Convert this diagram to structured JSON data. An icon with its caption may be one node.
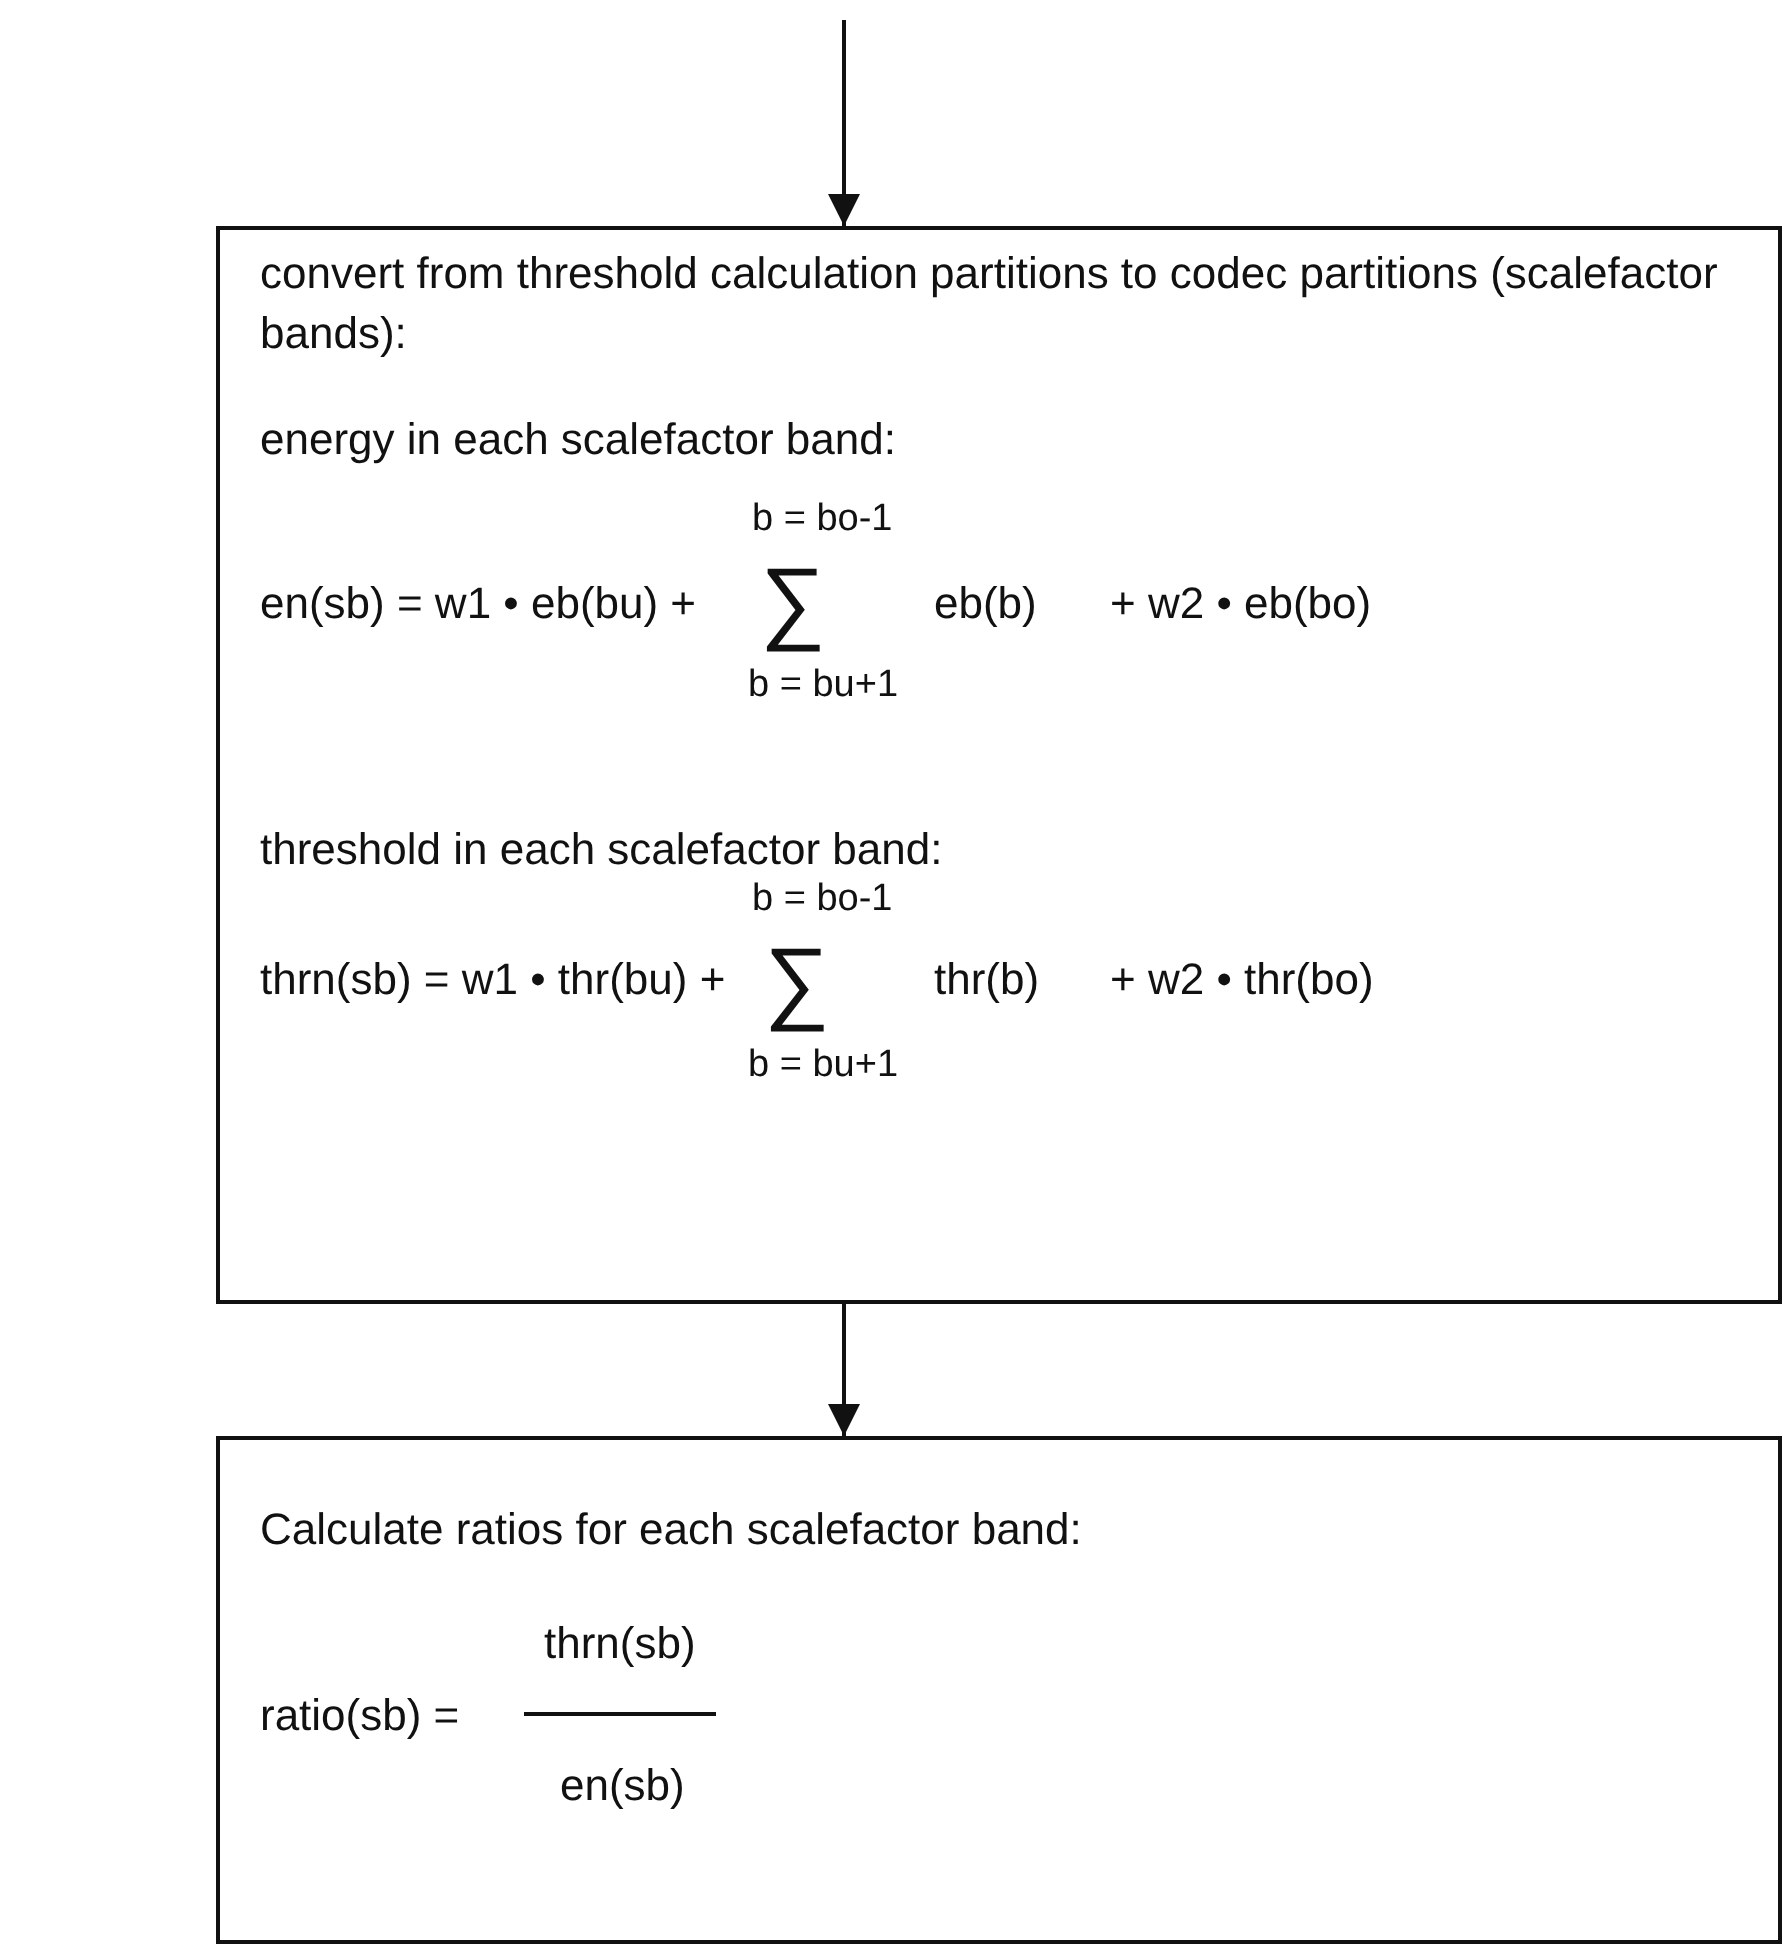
{
  "diagram": {
    "nodes": [
      {
        "text": [
          "convert from threshold calculation partitions to codec partitions (scalefactor bands):",
          "energy in each scalefactor band:",
          "en(sb) = w1 • eb(bu) +",
          "b = bo-1",
          "∑",
          "eb(b)",
          "+ w2 • eb(bo)",
          "b = bu+1",
          "threshold in each scalefactor band:",
          "thrn(sb) = w1 • thr(bu) +",
          "b = bo-1",
          "∑",
          "thr(b)",
          "+ w2 • thr(bo)",
          "b = bu+1"
        ]
      },
      {
        "text": [
          "Calculate ratios for each scalefactor band:",
          "ratio(sb) =",
          "thrn(sb)",
          "en(sb)"
        ]
      }
    ],
    "edges": [
      {
        "from": null,
        "to": 0,
        "arrow": "to"
      },
      {
        "from": 0,
        "to": 1,
        "arrow": "to"
      }
    ]
  }
}
